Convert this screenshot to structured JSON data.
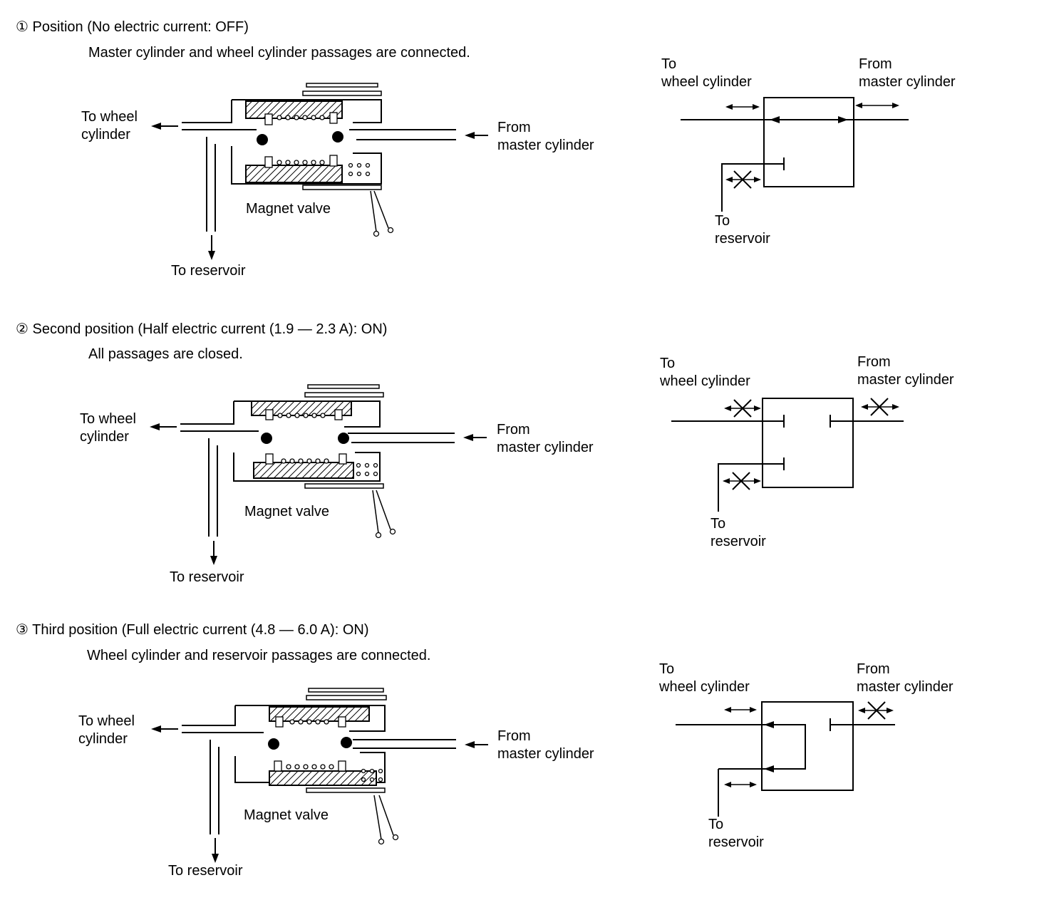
{
  "positions": [
    {
      "heading": "① Position (No electric current: OFF)",
      "description": "Master cylinder and wheel cylinder passages are connected.",
      "valve": {
        "to_wheel": [
          "To wheel",
          "cylinder"
        ],
        "from_master": [
          "From",
          "master cylinder"
        ],
        "magnet_valve": "Magnet valve",
        "to_reservoir": "To reservoir"
      },
      "schematic": {
        "to_wheel": [
          "To",
          "wheel cylinder"
        ],
        "from_master": [
          "From",
          "master cylinder"
        ],
        "to_reservoir": [
          "To",
          "reservoir"
        ]
      }
    },
    {
      "heading": "② Second position (Half electric current (1.9 — 2.3 A): ON)",
      "description": "All passages are closed.",
      "valve": {
        "to_wheel": [
          "To wheel",
          "cylinder"
        ],
        "from_master": [
          "From",
          "master cylinder"
        ],
        "magnet_valve": "Magnet valve",
        "to_reservoir": "To reservoir"
      },
      "schematic": {
        "to_wheel": [
          "To",
          "wheel cylinder"
        ],
        "from_master": [
          "From",
          "master cylinder"
        ],
        "to_reservoir": [
          "To",
          "reservoir"
        ]
      }
    },
    {
      "heading": "③ Third position (Full electric current (4.8 — 6.0 A): ON)",
      "description": "Wheel cylinder and reservoir passages are connected.",
      "valve": {
        "to_wheel": [
          "To wheel",
          "cylinder"
        ],
        "from_master": [
          "From",
          "master cylinder"
        ],
        "magnet_valve": "Magnet valve",
        "to_reservoir": "To reservoir"
      },
      "schematic": {
        "to_wheel": [
          "To",
          "wheel cylinder"
        ],
        "from_master": [
          "From",
          "master cylinder"
        ],
        "to_reservoir": [
          "To",
          "reservoir"
        ]
      }
    }
  ]
}
